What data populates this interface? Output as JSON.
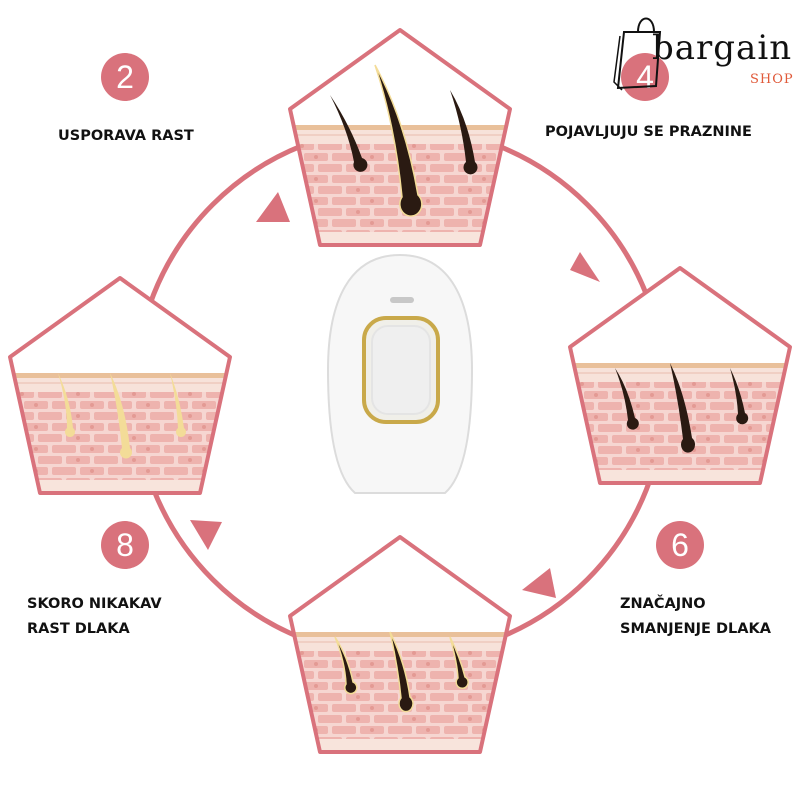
{
  "steps": [
    {
      "number": "2",
      "label": "USPORAVA RAST"
    },
    {
      "number": "4",
      "label": "POJAVLJUJU SE PRAZNINE"
    },
    {
      "number": "6",
      "label_line1": "ZNAČAJNO",
      "label_line2": "SMANJENJE DLAKA"
    },
    {
      "number": "8",
      "label_line1": "SKORO NIKAKAV",
      "label_line2": "RAST DLAKA"
    }
  ],
  "logo": {
    "name": "bargain",
    "sub": "SHOP"
  },
  "colors": {
    "accent": "#d9727c",
    "skin": "#f3c9c4",
    "hair": "#2a1a12",
    "hair_faded": "#f3dc98"
  }
}
